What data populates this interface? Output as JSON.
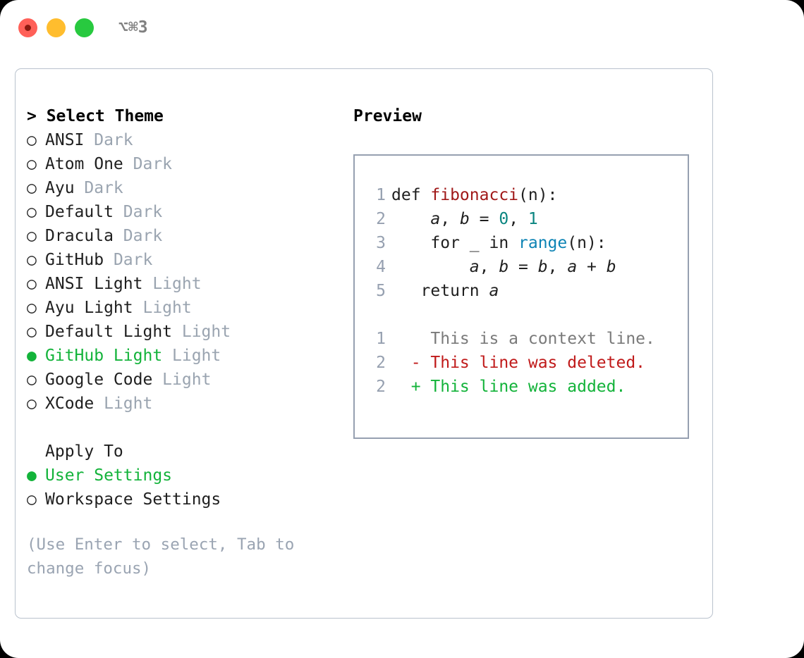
{
  "titlebar": {
    "shortcut": "⌥⌘3",
    "buttons": {
      "close": "close",
      "minimize": "minimize",
      "maximize": "maximize"
    }
  },
  "theme_picker": {
    "header": "> Select Theme",
    "items": [
      {
        "bullet": "○",
        "label": "ANSI",
        "suffix": "Dark",
        "selected": false
      },
      {
        "bullet": "○",
        "label": "Atom One",
        "suffix": "Dark",
        "selected": false
      },
      {
        "bullet": "○",
        "label": "Ayu",
        "suffix": "Dark",
        "selected": false
      },
      {
        "bullet": "○",
        "label": "Default",
        "suffix": "Dark",
        "selected": false
      },
      {
        "bullet": "○",
        "label": "Dracula",
        "suffix": "Dark",
        "selected": false
      },
      {
        "bullet": "○",
        "label": "GitHub",
        "suffix": "Dark",
        "selected": false
      },
      {
        "bullet": "○",
        "label": "ANSI Light",
        "suffix": "Light",
        "selected": false
      },
      {
        "bullet": "○",
        "label": "Ayu Light",
        "suffix": "Light",
        "selected": false
      },
      {
        "bullet": "○",
        "label": "Default Light",
        "suffix": "Light",
        "selected": false
      },
      {
        "bullet": "●",
        "label": "GitHub Light",
        "suffix": "Light",
        "selected": true
      },
      {
        "bullet": "○",
        "label": "Google Code",
        "suffix": "Light",
        "selected": false
      },
      {
        "bullet": "○",
        "label": "XCode",
        "suffix": "Light",
        "selected": false
      }
    ]
  },
  "apply_to": {
    "header": "Apply To",
    "items": [
      {
        "bullet": "●",
        "label": "User Settings",
        "selected": true
      },
      {
        "bullet": "○",
        "label": "Workspace Settings",
        "selected": false
      }
    ]
  },
  "hint": "(Use Enter to select, Tab to change focus)",
  "preview": {
    "title": "Preview",
    "code_lines": [
      {
        "num": "1",
        "tokens": [
          {
            "t": "def ",
            "c": "kw"
          },
          {
            "t": "fibonacci",
            "c": "fn"
          },
          {
            "t": "(n):",
            "c": "punct"
          }
        ]
      },
      {
        "num": "2",
        "tokens": [
          {
            "t": "    ",
            "c": "kw"
          },
          {
            "t": "a",
            "c": "var"
          },
          {
            "t": ", ",
            "c": "punct"
          },
          {
            "t": "b",
            "c": "var"
          },
          {
            "t": " = ",
            "c": "punct"
          },
          {
            "t": "0",
            "c": "num"
          },
          {
            "t": ", ",
            "c": "punct"
          },
          {
            "t": "1",
            "c": "num"
          }
        ]
      },
      {
        "num": "3",
        "tokens": [
          {
            "t": "    for _ in ",
            "c": "kw"
          },
          {
            "t": "range",
            "c": "bi"
          },
          {
            "t": "(n):",
            "c": "punct"
          }
        ]
      },
      {
        "num": "4",
        "tokens": [
          {
            "t": "        ",
            "c": "kw"
          },
          {
            "t": "a",
            "c": "var"
          },
          {
            "t": ", ",
            "c": "punct"
          },
          {
            "t": "b",
            "c": "var"
          },
          {
            "t": " = ",
            "c": "punct"
          },
          {
            "t": "b",
            "c": "var"
          },
          {
            "t": ", ",
            "c": "punct"
          },
          {
            "t": "a",
            "c": "var"
          },
          {
            "t": " + ",
            "c": "punct"
          },
          {
            "t": "b",
            "c": "var"
          }
        ]
      },
      {
        "num": "5",
        "tokens": [
          {
            "t": "   return ",
            "c": "kw"
          },
          {
            "t": "a",
            "c": "var"
          }
        ]
      }
    ],
    "diff_lines": [
      {
        "num": "1",
        "marker": " ",
        "text": " This is a context line.",
        "kind": "context"
      },
      {
        "num": "2",
        "marker": "-",
        "text": " This line was deleted.",
        "kind": "deleted"
      },
      {
        "num": "2",
        "marker": "+",
        "text": " This line was added.",
        "kind": "added"
      }
    ]
  },
  "colors": {
    "accent_green": "#13b33a",
    "muted": "#9aa4b0",
    "border": "#96a0b0",
    "dialog_border": "#b9c2cd",
    "fn_red": "#a01818",
    "builtin_blue": "#0e84b5",
    "number_teal": "#0a8580",
    "diff_del": "#c01a1a",
    "diff_add": "#13b33a",
    "diff_ctx": "#7a7a7a"
  }
}
